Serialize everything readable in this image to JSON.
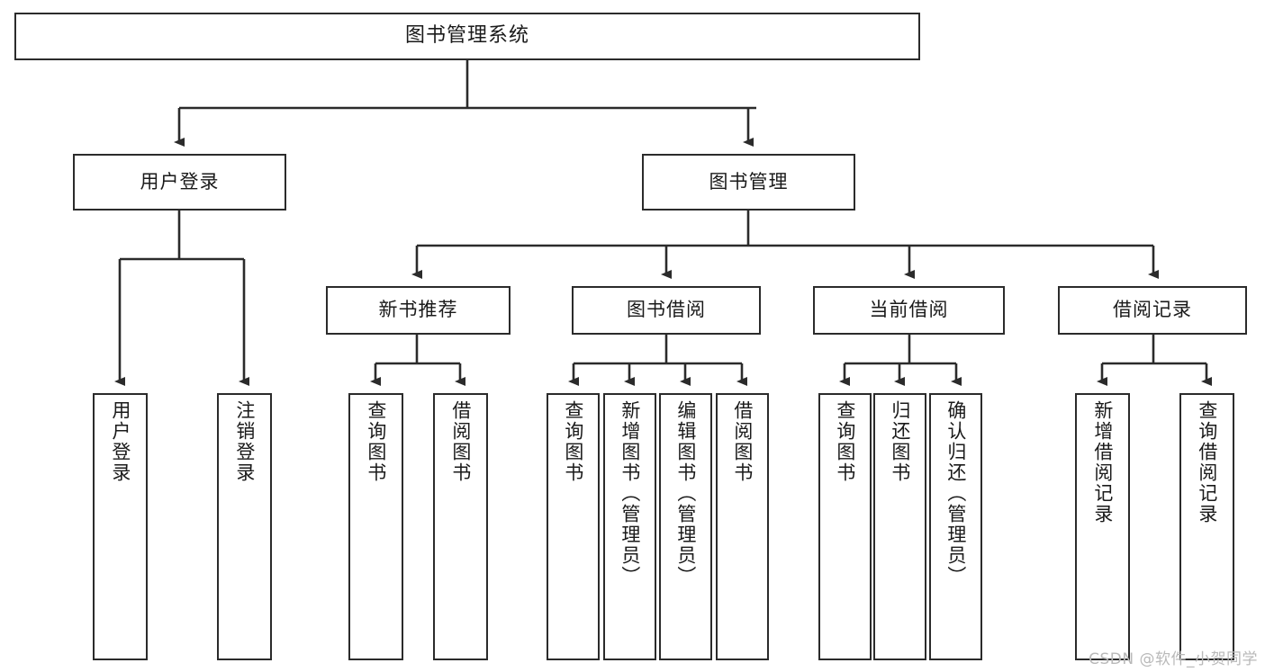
{
  "diagram": {
    "title": "图书管理系统",
    "type": "tree",
    "watermark": "CSDN @软件_小贺同学",
    "colors": {
      "stroke": "#2b2b2b",
      "fill": "#ffffff",
      "text": "#1a1a1a",
      "watermark": "#b9b9b9"
    },
    "nodes": {
      "root": {
        "label": "图书管理系统"
      },
      "level2": [
        {
          "label": "用户登录"
        },
        {
          "label": "图书管理"
        }
      ],
      "level3": [
        {
          "label": "新书推荐"
        },
        {
          "label": "图书借阅"
        },
        {
          "label": "当前借阅"
        },
        {
          "label": "借阅记录"
        }
      ],
      "leaves": [
        {
          "label": "用户登录"
        },
        {
          "label": "注销登录"
        },
        {
          "label": "查询图书"
        },
        {
          "label": "借阅图书"
        },
        {
          "label": "查询图书"
        },
        {
          "label": "新增图书（管理员）"
        },
        {
          "label": "编辑图书（管理员）"
        },
        {
          "label": "借阅图书"
        },
        {
          "label": "查询图书"
        },
        {
          "label": "归还图书"
        },
        {
          "label": "确认归还（管理员）"
        },
        {
          "label": "新增借阅记录"
        },
        {
          "label": "查询借阅记录"
        }
      ]
    },
    "edges": [
      {
        "from": "图书管理系统",
        "to": "用户登录"
      },
      {
        "from": "图书管理系统",
        "to": "图书管理"
      },
      {
        "from": "图书管理",
        "to": "新书推荐"
      },
      {
        "from": "图书管理",
        "to": "图书借阅"
      },
      {
        "from": "图书管理",
        "to": "当前借阅"
      },
      {
        "from": "图书管理",
        "to": "借阅记录"
      },
      {
        "from": "用户登录",
        "to": "用户登录"
      },
      {
        "from": "用户登录",
        "to": "注销登录"
      },
      {
        "from": "新书推荐",
        "to": "查询图书"
      },
      {
        "from": "新书推荐",
        "to": "借阅图书"
      },
      {
        "from": "图书借阅",
        "to": "查询图书"
      },
      {
        "from": "图书借阅",
        "to": "新增图书（管理员）"
      },
      {
        "from": "图书借阅",
        "to": "编辑图书（管理员）"
      },
      {
        "from": "图书借阅",
        "to": "借阅图书"
      },
      {
        "from": "当前借阅",
        "to": "查询图书"
      },
      {
        "from": "当前借阅",
        "to": "归还图书"
      },
      {
        "from": "当前借阅",
        "to": "确认归还（管理员）"
      },
      {
        "from": "借阅记录",
        "to": "新增借阅记录"
      },
      {
        "from": "借阅记录",
        "to": "查询借阅记录"
      }
    ]
  }
}
